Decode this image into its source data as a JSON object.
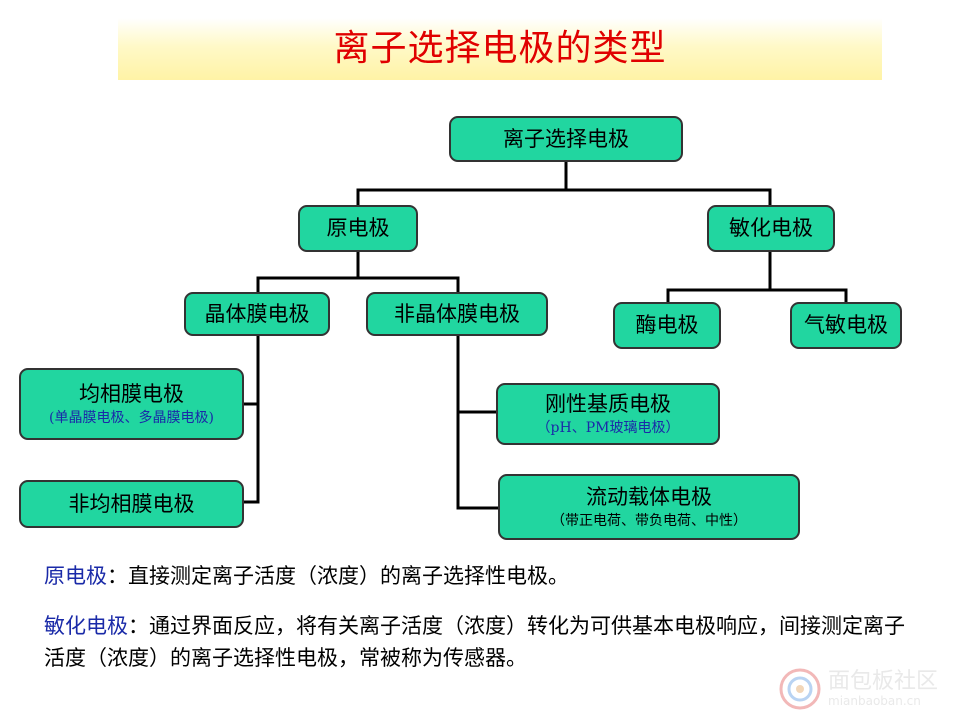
{
  "title": "离子选择电极的类型",
  "nodes": {
    "root": "离子选择电极",
    "primary": "原电极",
    "sensitized": "敏化电极",
    "crystal": "晶体膜电极",
    "noncrystal": "非晶体膜电极",
    "enzyme": "酶电极",
    "gas": "气敏电极",
    "homogeneous": {
      "label": "均相膜电极",
      "sub": "(单晶膜电极、多晶膜电极)"
    },
    "heterogeneous": "非均相膜电极",
    "rigid": {
      "label": "刚性基质电极",
      "sub": "（pH、PM玻璃电极）"
    },
    "mobile": {
      "label": "流动载体电极",
      "sub": "（带正电荷、带负电荷、中性）"
    }
  },
  "descriptions": {
    "primary_term": "原电极",
    "primary_text": "：直接测定离子活度（浓度）的离子选择性电极。",
    "sensitized_term": "敏化电极",
    "sensitized_text": "：通过界面反应，将有关离子活度（浓度）转化为可供基本电极响应，间接测定离子活度（浓度）的离子选择性电极，常被称为传感器。"
  },
  "watermark": {
    "cn": "面包板社区",
    "en": "mianbaoban.cn"
  },
  "colors": {
    "title": "#e00000",
    "node_fill": "#21d6a0",
    "term": "#1a2aa8"
  }
}
